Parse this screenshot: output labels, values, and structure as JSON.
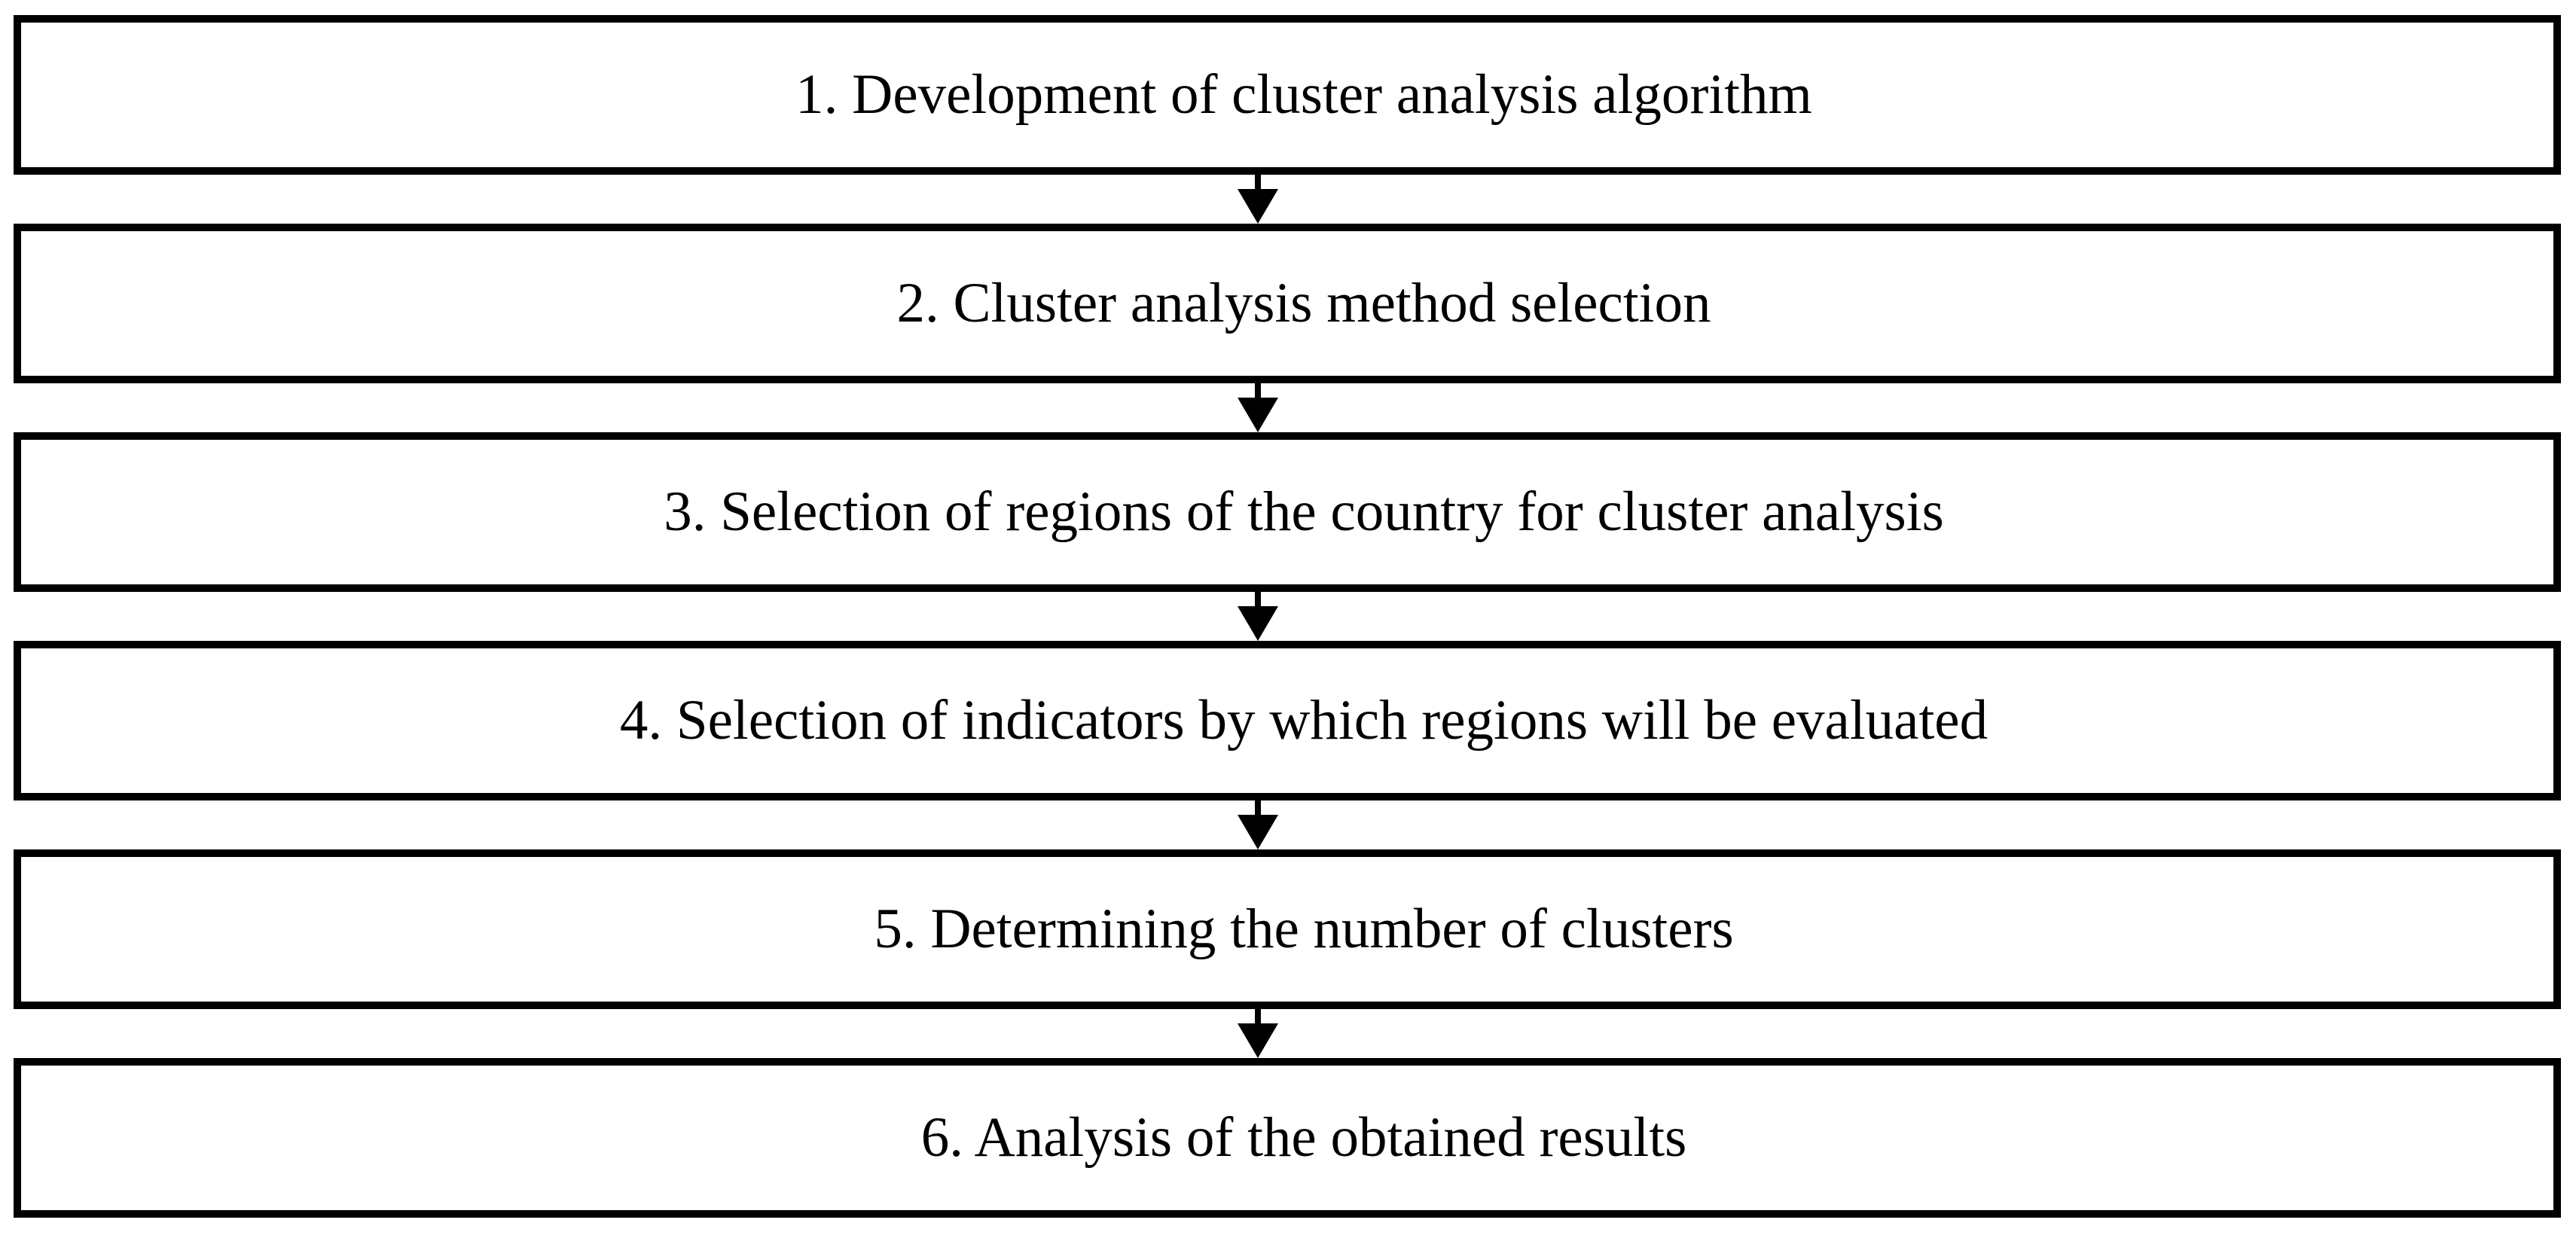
{
  "figure": {
    "type": "flowchart",
    "direction": "top-down",
    "connector": "down-arrow",
    "steps": [
      {
        "number": "1",
        "label": "1. Development of cluster analysis algorithm"
      },
      {
        "number": "2",
        "label": "2. Cluster analysis method selection"
      },
      {
        "number": "3",
        "label": "3. Selection of regions of the country for cluster analysis"
      },
      {
        "number": "4",
        "label": "4. Selection of indicators by which regions will be evaluated"
      },
      {
        "number": "5",
        "label": "5. Determining the number of clusters"
      },
      {
        "number": "6",
        "label": "6. Analysis of the obtained results"
      }
    ],
    "colors": {
      "box_border": "#000000",
      "box_fill": "#ffffff",
      "text": "#000000",
      "background": "#ffffff"
    }
  }
}
